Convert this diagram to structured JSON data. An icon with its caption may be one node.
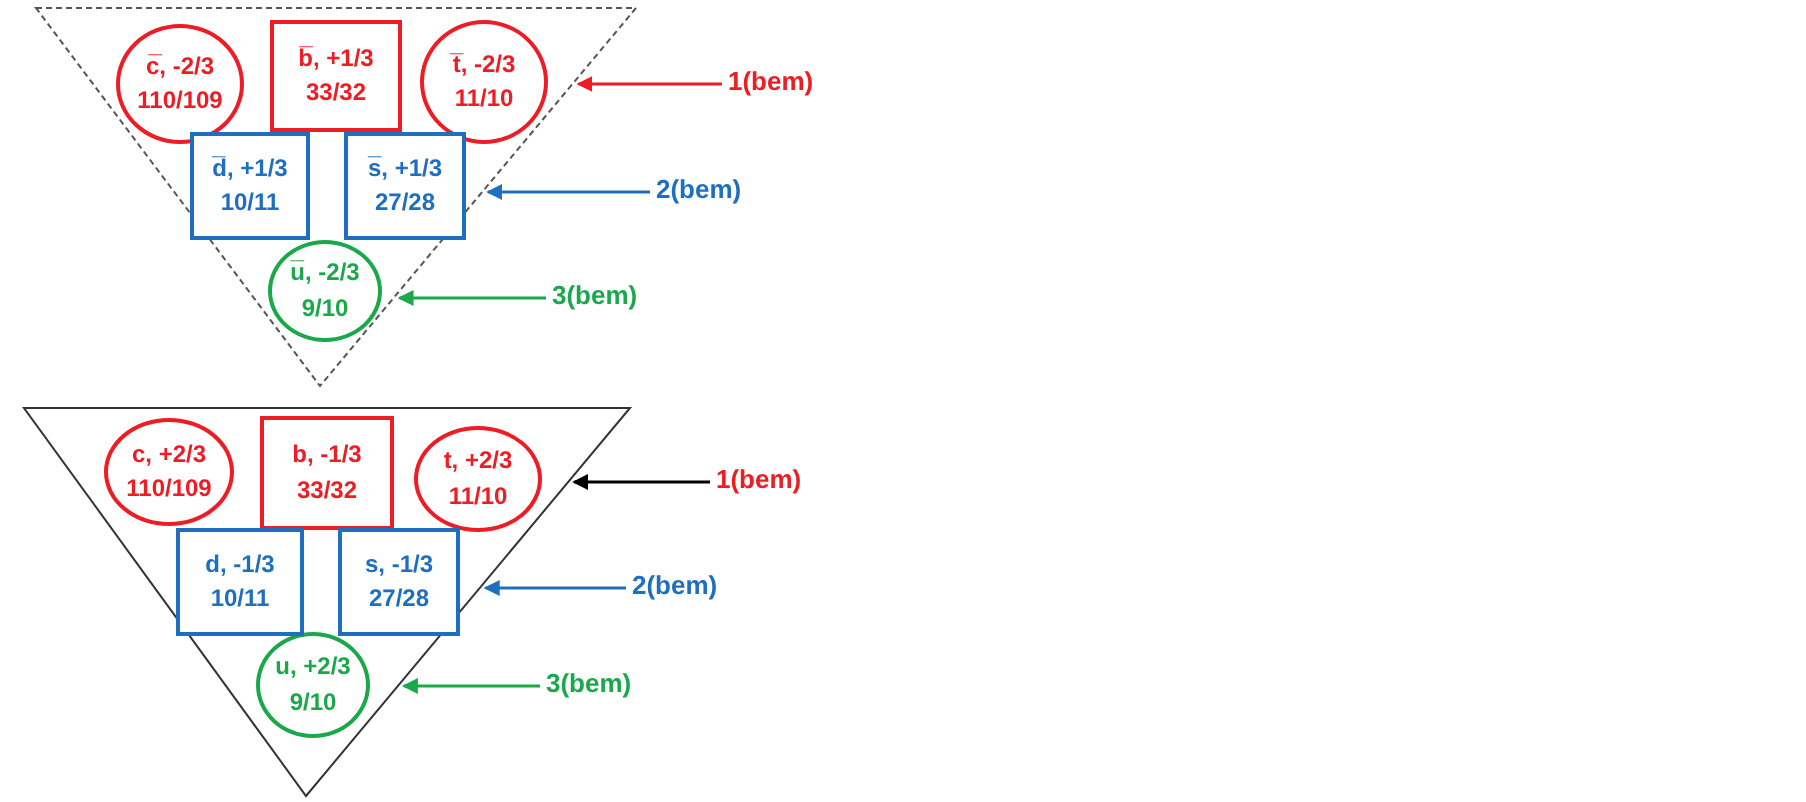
{
  "diagram": {
    "nodes": [
      {
        "text": [],
        "shape": "triangle"
      },
      {
        "text": [
          "c̅, -2/3",
          "110/109"
        ],
        "in": 0
      },
      {
        "text": [
          "b̅, +1/3",
          "33/32"
        ],
        "in": 0
      },
      {
        "text": [
          "t̅, -2/3",
          "11/10"
        ],
        "in": 0
      },
      {
        "text": [
          "d̅, +1/3",
          "10/11"
        ],
        "in": 0
      },
      {
        "text": [
          "s̅, +1/3",
          "27/28"
        ],
        "in": 0
      },
      {
        "text": [
          "u̅, -2/3",
          "9/10"
        ],
        "in": 0
      },
      {
        "text": [
          "1(bem)"
        ]
      },
      {
        "text": [
          "2(bem)"
        ]
      },
      {
        "text": [
          "3(bem)"
        ]
      },
      {
        "text": [],
        "shape": "triangle"
      },
      {
        "text": [
          "c, +2/3",
          "110/109"
        ],
        "in": 10
      },
      {
        "text": [
          "b, -1/3",
          "33/32"
        ],
        "in": 10
      },
      {
        "text": [
          "t, +2/3",
          "11/10"
        ],
        "in": 10
      },
      {
        "text": [
          "d, -1/3",
          "10/11"
        ],
        "in": 10
      },
      {
        "text": [
          "s, -1/3",
          "27/28"
        ],
        "in": 10
      },
      {
        "text": [
          "u, +2/3",
          "9/10"
        ],
        "in": 10
      },
      {
        "text": [
          "1(bem)"
        ]
      },
      {
        "text": [
          "2(bem)"
        ]
      },
      {
        "text": [
          "3(bem)"
        ]
      }
    ],
    "edges": [
      {
        "from": 7,
        "to": 0,
        "arrow": "to",
        "color": "#ee1c24"
      },
      {
        "from": 8,
        "to": 0,
        "arrow": "to",
        "color": "#1f6fc0"
      },
      {
        "from": 9,
        "to": 0,
        "arrow": "to",
        "color": "#1aa84a"
      },
      {
        "from": 17,
        "to": 10,
        "arrow": "to",
        "color": "#000000"
      },
      {
        "from": 18,
        "to": 10,
        "arrow": "to",
        "color": "#1f6fc0"
      },
      {
        "from": 19,
        "to": 10,
        "arrow": "to",
        "color": "#1aa84a"
      }
    ]
  }
}
